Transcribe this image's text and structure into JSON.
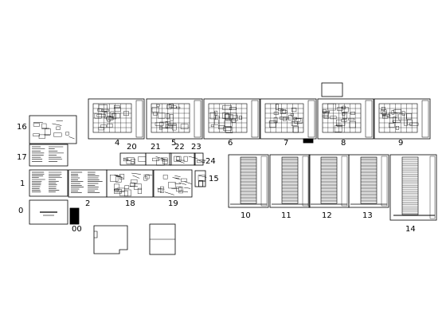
{
  "sheet_labels": {
    "s0": "0",
    "s00": "00",
    "s1": "1",
    "s2": "2",
    "s4": "4",
    "s5": "5",
    "s6": "6",
    "s7": "7",
    "s8": "8",
    "s9": "9",
    "s10": "10",
    "s11": "11",
    "s12": "12",
    "s13": "13",
    "s14": "14",
    "s15": "15",
    "s16": "16",
    "s17": "17",
    "s18": "18",
    "s19": "19",
    "s20": "20",
    "s21": "21",
    "s22": "22",
    "s23": "23",
    "s24": "24"
  },
  "colors": {
    "ink": "#000000",
    "paper": "#ffffff"
  },
  "view": {
    "type": "cad-drawing-sheet-overview",
    "icon": "drawing-sheet-icon"
  }
}
